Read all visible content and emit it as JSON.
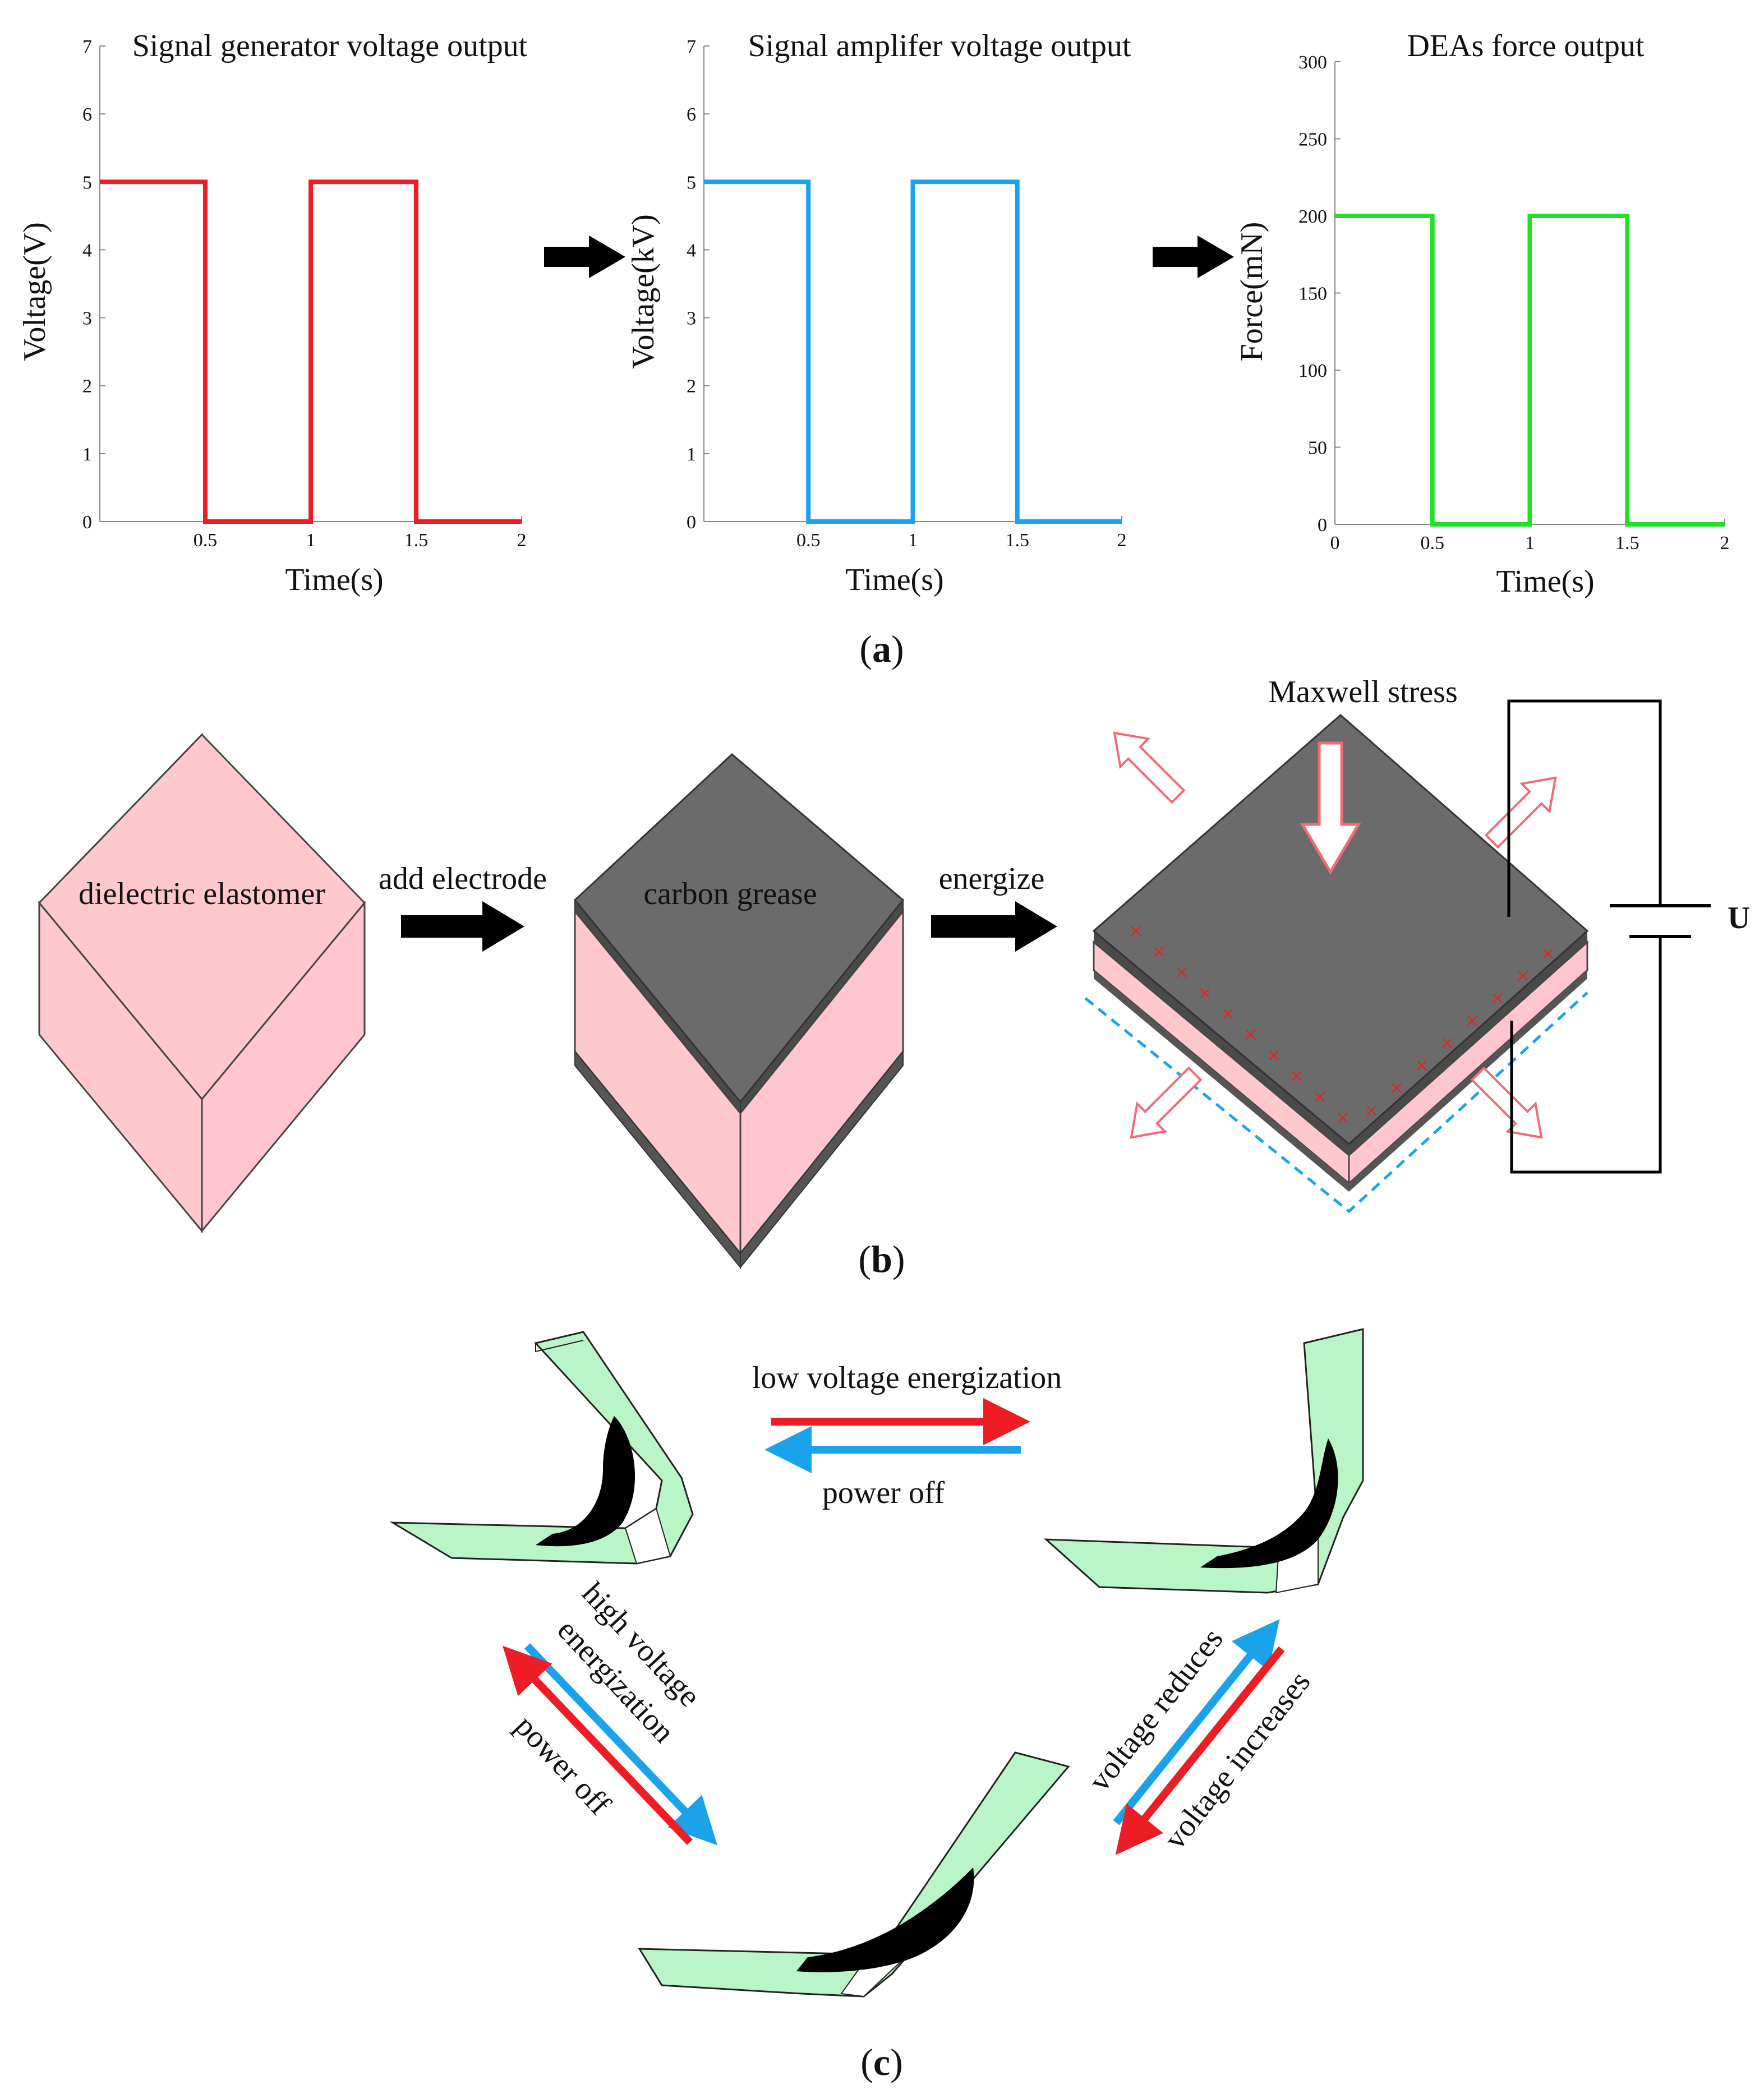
{
  "chart_data": [
    {
      "type": "line",
      "title": "Signal generator voltage output",
      "xlabel": "Time(s)",
      "ylabel": "Voltage(V)",
      "xlim": [
        0,
        2
      ],
      "ylim": [
        0,
        7
      ],
      "xticks": [
        "0.5",
        "1",
        "1.5",
        "2"
      ],
      "yticks": [
        "0",
        "1",
        "2",
        "3",
        "4",
        "5",
        "6",
        "7"
      ],
      "color": "#ee1c25",
      "x": [
        0,
        0.5,
        0.5,
        1,
        1,
        1.5,
        1.5,
        2
      ],
      "y": [
        5,
        5,
        0,
        0,
        5,
        5,
        0,
        0
      ]
    },
    {
      "type": "line",
      "title": "Signal amplifer voltage output",
      "xlabel": "Time(s)",
      "ylabel": "Voltage(kV)",
      "xlim": [
        0,
        2
      ],
      "ylim": [
        0,
        7
      ],
      "xticks": [
        "0.5",
        "1",
        "1.5",
        "2"
      ],
      "yticks": [
        "0",
        "1",
        "2",
        "3",
        "4",
        "5",
        "6",
        "7"
      ],
      "color": "#1aa3ea",
      "x": [
        0,
        0.5,
        0.5,
        1,
        1,
        1.5,
        1.5,
        2
      ],
      "y": [
        5,
        5,
        0,
        0,
        5,
        5,
        0,
        0
      ]
    },
    {
      "type": "line",
      "title": "DEAs force output",
      "xlabel": "Time(s)",
      "ylabel": "Force(mN)",
      "xlim": [
        0,
        2
      ],
      "ylim": [
        0,
        300
      ],
      "xticks": [
        "0",
        "0.5",
        "1",
        "1.5",
        "2"
      ],
      "yticks": [
        "0",
        "50",
        "100",
        "150",
        "200",
        "250",
        "300"
      ],
      "color": "#22e02a",
      "x": [
        0,
        0.5,
        0.5,
        1,
        1,
        1.5,
        1.5,
        2
      ],
      "y": [
        200,
        200,
        0,
        0,
        200,
        200,
        0,
        0
      ]
    }
  ],
  "captions": {
    "a": {
      "open": "(",
      "letter": "a",
      "close": ")"
    },
    "b": {
      "open": "(",
      "letter": "b",
      "close": ")"
    },
    "c": {
      "open": "(",
      "letter": "c",
      "close": ")"
    }
  },
  "panel_b": {
    "block1_label": "dielectric elastomer",
    "step1_label": "add electrode",
    "block2_label": "carbon grease",
    "step2_label": "energize",
    "stress_label": "Maxwell stress",
    "voltage_label": "U",
    "charge_symbol": "×",
    "colors": {
      "elastomer": "#ffc8cf",
      "grease": "#6b6b6b",
      "charge": "#e82020",
      "stretch_outline": "#1aa3ea"
    }
  },
  "panel_c": {
    "top_arrow_label": "low voltage energization",
    "bottom_arrow_label": "power off",
    "left_label_1": "high voltage",
    "left_label_2": "energization",
    "left_label_3": "power off",
    "right_label_1": "voltage reduces",
    "right_label_2": "voltage increases",
    "colors": {
      "film": "#b9f5c6",
      "red_arrow": "#ee1c25",
      "blue_arrow": "#1aa3ea"
    }
  }
}
